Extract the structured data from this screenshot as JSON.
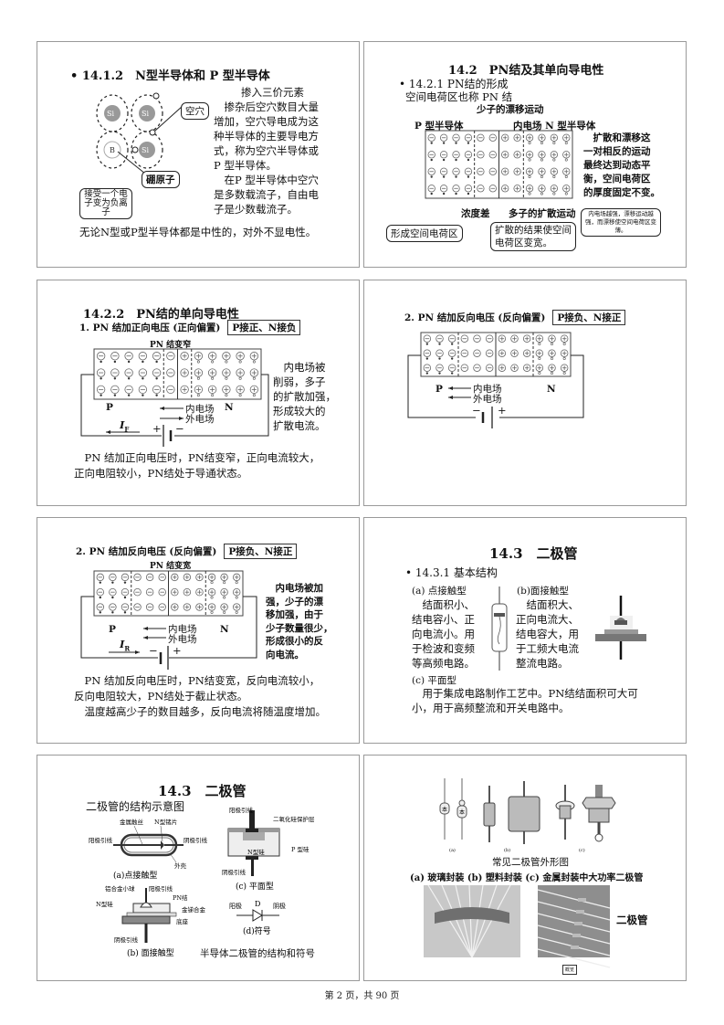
{
  "slides": [
    {
      "title": "• 14.1.2　N型半导体和 P 型半导体",
      "lines": [
        "掺入三价元素",
        "　掺杂后空穴数目大量",
        "增加，空穴导电成为这",
        "种半导体的主要导电方",
        "式，称为空穴半导体或",
        " P 型半导体。",
        "　在P 型半导体中空穴",
        "是多数载流子，自由电",
        "子是少数载流子。"
      ],
      "atoms": [
        "Si",
        "Si",
        "B",
        "Si"
      ],
      "callout_hole": "空穴",
      "callout_boron": "硼原子",
      "callout_ion": "接受一个电子变为负离子",
      "footer": "无论N型或P型半导体都是中性的，对外不显电性。"
    },
    {
      "title": "14.2　PN结及其单向导电性",
      "subtitle": "• 14.2.1  PN结的形成",
      "line1": "空间电荷区也称 PN 结",
      "drift": "少子的漂移运动",
      "p_label": "P 型半导体",
      "field_label": "内电场",
      "n_label": "N 型半导体",
      "right_lines": [
        "　扩散和漂移这",
        "一对相反的运动",
        "最终达到动态平",
        "衡，空间电荷区",
        "的厚度固定不变。"
      ],
      "callout_field": "内电场越强，漂移运动越强，而漂移使空间电荷区变薄。",
      "conc": "浓度差",
      "diffusion": "多子的扩散运动",
      "callout_form": "形成空间电荷区",
      "callout_result": "扩散的结果使空间电荷区变宽。"
    },
    {
      "title": "14.2.2　PN结的单向导电性",
      "line1": "1. PN 结加正向电压 (正向偏置)",
      "box": "P接正、N接负",
      "narrow": "PN 结变窄",
      "p": "P",
      "n": "N",
      "inner": "内电场",
      "outer": "外电场",
      "current": "I",
      "current_sub": "F",
      "plus": "+",
      "minus": "−",
      "right_lines": [
        "　内电场被",
        "削弱，多子",
        "的扩散加强，",
        "形成较大的",
        "扩散电流。"
      ],
      "bottom1": "　PN 结加正向电压时，PN结变窄，正向电流较大，",
      "bottom2": "正向电阻较小，PN结处于导通状态。"
    },
    {
      "line1": "2. PN 结加反向电压 (反向偏置)",
      "box": "P接负、N接正",
      "p": "P",
      "n": "N",
      "inner": "内电场",
      "outer": "外电场",
      "plus": "+",
      "minus": "−"
    },
    {
      "line1": "2. PN 结加反向电压 (反向偏置)",
      "box": "P接负、N接正",
      "wide": "PN 结变宽",
      "p": "P",
      "n": "N",
      "inner": "内电场",
      "outer": "外电场",
      "current": "I",
      "current_sub": "R",
      "plus": "+",
      "minus": "−",
      "right_lines": [
        "　内电场被加",
        "强，少子的漂",
        "移加强，由于",
        "少子数量很少，",
        "形成很小的反",
        "向电流。"
      ],
      "bottom1": "　PN 结加反向电压时，PN结变宽，反向电流较小，",
      "bottom2": "反向电阻较大，PN结处于截止状态。",
      "bottom3": "　温度越高少子的数目越多，反向电流将随温度增加。"
    },
    {
      "title": "14.3　二极管",
      "subtitle": "• 14.3.1  基本结构",
      "a_label": "(a) 点接触型",
      "a_lines": [
        "　结面积小、",
        "结电容小、正",
        "向电流小。用",
        "于检波和变频",
        "等高频电路。"
      ],
      "b_label": "(b)面接触型",
      "b_lines": [
        "　结面积大、",
        "正向电流大、",
        "结电容大，用",
        "于工频大电流",
        "整流电路。"
      ],
      "c_label": "(c) 平面型",
      "c_line1": "　用于集成电路制作工艺中。PN结结面积可大可",
      "c_line2": "小，用于高频整流和开关电路中。"
    },
    {
      "title": "14.3　二极管",
      "subtitle": "二极管的结构示意图",
      "a": {
        "wire": "金属触丝",
        "chip": "N型锗片",
        "anode": "阳极引线",
        "cathode": "阴极引线",
        "shell": "外壳",
        "caption": "(a)点接触型"
      },
      "c": {
        "anode": "阳极引线",
        "oxide": "二氧化硅保护层",
        "psi": "P 型硅",
        "nsi": "N型硅",
        "cathode": "阴极引线",
        "caption": "(c) 平面型"
      },
      "b": {
        "ball": "铝合金小球",
        "anode": "阳极引线",
        "pn": "PN结",
        "nsi": "N型硅",
        "alloy": "金锑合金",
        "base": "底座",
        "cathode": "阴极引线",
        "caption": "(b) 面接触型"
      },
      "d": {
        "anode": "阳极",
        "d": "D",
        "cathode": "阴极",
        "caption": "(d)符号"
      },
      "caption": "半导体二极管的结构和符号"
    },
    {
      "pkg_labels": [
        "(a)",
        "(b)",
        "(c)"
      ],
      "glass_mark": "本",
      "heading": "常见二极管外形图",
      "caption": "(a) 玻璃封装  (b) 塑料封装  (c) 金属封装中大功率二极管",
      "photo_label": "二极管",
      "small_button": "概览"
    }
  ],
  "footer": "第 2 页，共 90 页"
}
